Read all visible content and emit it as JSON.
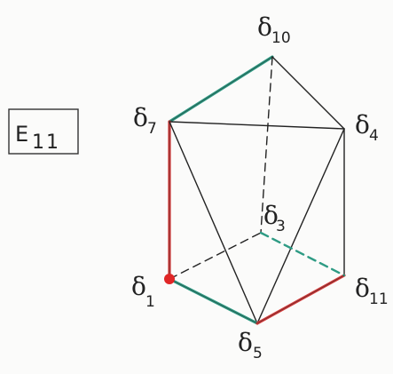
{
  "diagram": {
    "label": {
      "main": "E",
      "sub": "11"
    },
    "vertices": [
      {
        "id": "d10",
        "main": "δ",
        "sub": "10"
      },
      {
        "id": "d7",
        "main": "δ",
        "sub": "7"
      },
      {
        "id": "d4",
        "main": "δ",
        "sub": "4"
      },
      {
        "id": "d3",
        "main": "δ",
        "sub": "3"
      },
      {
        "id": "d1",
        "main": "δ",
        "sub": "1"
      },
      {
        "id": "d11",
        "main": "δ",
        "sub": "11"
      },
      {
        "id": "d5",
        "main": "δ",
        "sub": "5"
      }
    ],
    "edges": [
      {
        "id": "d7-d10",
        "from": "d7",
        "to": "d10",
        "style": "highlight-green"
      },
      {
        "id": "d10-d4",
        "from": "d10",
        "to": "d4",
        "style": "solid"
      },
      {
        "id": "d7-d4",
        "from": "d7",
        "to": "d4",
        "style": "solid"
      },
      {
        "id": "d7-d1",
        "from": "d7",
        "to": "d1",
        "style": "highlight-red"
      },
      {
        "id": "d7-d5",
        "from": "d7",
        "to": "d5",
        "style": "solid"
      },
      {
        "id": "d4-d5",
        "from": "d4",
        "to": "d5",
        "style": "solid"
      },
      {
        "id": "d4-d11",
        "from": "d4",
        "to": "d11",
        "style": "solid"
      },
      {
        "id": "d1-d5",
        "from": "d1",
        "to": "d5",
        "style": "highlight-green"
      },
      {
        "id": "d5-d11",
        "from": "d5",
        "to": "d11",
        "style": "highlight-red"
      },
      {
        "id": "d10-d3",
        "from": "d10",
        "to": "d3",
        "style": "dashed"
      },
      {
        "id": "d1-d3",
        "from": "d1",
        "to": "d3",
        "style": "dashed"
      },
      {
        "id": "d3-d11",
        "from": "d3",
        "to": "d11",
        "style": "dashed-green"
      }
    ],
    "marked_vertex": "d1",
    "colors": {
      "ink": "#222222",
      "red": "#d63b3b",
      "green": "#2e9b84",
      "dot": "#e02626"
    }
  }
}
